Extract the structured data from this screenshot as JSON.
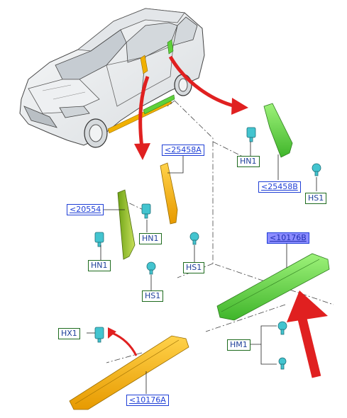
{
  "labels": [
    {
      "id": "lbl-25458a",
      "text": "<25458A",
      "kind": "part-ref"
    },
    {
      "id": "lbl-20554",
      "text": "<20554",
      "kind": "part-ref"
    },
    {
      "id": "lbl-25458b",
      "text": "<25458B",
      "kind": "part-ref"
    },
    {
      "id": "lbl-10176b",
      "text": "<10176B",
      "kind": "part-ref-selected"
    },
    {
      "id": "lbl-10176a",
      "text": "<10176A",
      "kind": "part-ref"
    },
    {
      "id": "lbl-hn1-right",
      "text": "HN1",
      "kind": "fastener"
    },
    {
      "id": "lbl-hs1-right",
      "text": "HS1",
      "kind": "fastener"
    },
    {
      "id": "lbl-hn1-mid",
      "text": "HN1",
      "kind": "fastener"
    },
    {
      "id": "lbl-hs1-mid",
      "text": "HS1",
      "kind": "fastener"
    },
    {
      "id": "lbl-hn1-left",
      "text": "HN1",
      "kind": "fastener"
    },
    {
      "id": "lbl-hs1-left",
      "text": "HS1",
      "kind": "fastener"
    },
    {
      "id": "lbl-hx1",
      "text": "HX1",
      "kind": "fastener"
    },
    {
      "id": "lbl-hm1",
      "text": "HM1",
      "kind": "fastener"
    }
  ],
  "colors": {
    "part_ref_border": "#1f3fd6",
    "part_ref_text": "#1f3fd6",
    "part_ref_selected_fill": "#8c8cff",
    "fastener_border": "#1e6b1e",
    "fastener_text": "#1e3f9a",
    "part_green": "#5fd13a",
    "part_olive": "#9cc422",
    "part_orange": "#f0b000",
    "clip_teal": "#43c4cf",
    "arrow_red": "#e02020",
    "car_body": "#eceff1",
    "line_dash": "#333333"
  },
  "icons": [
    "red-arrow-icon",
    "clip-icon",
    "screw-icon",
    "car-icon"
  ]
}
